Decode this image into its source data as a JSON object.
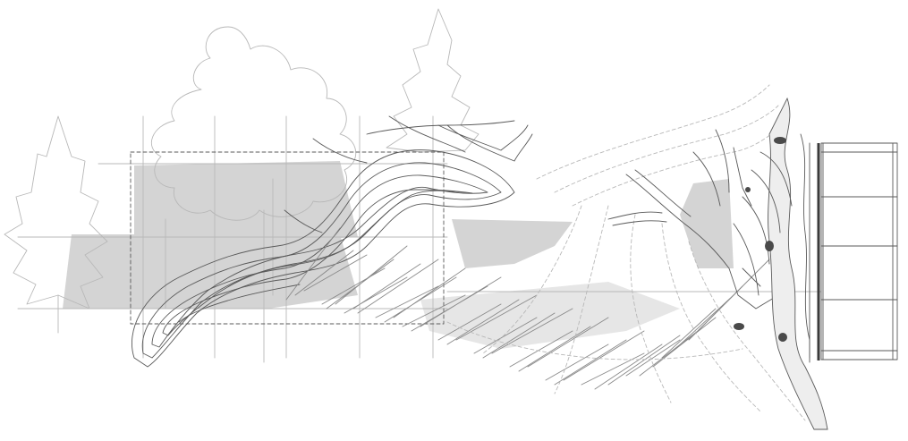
{
  "drawing": {
    "colors": {
      "background": "#ffffff",
      "line": "#5a5a5a",
      "light_line": "#b8b8b8",
      "grey_fill": "#d4d4d4",
      "pale_fill": "#e6e6e6"
    },
    "elements": [
      "conifer-tree-outlines",
      "deciduous-tree-canopy-outline",
      "dashed-selection-frame",
      "column-grid",
      "topographic-root-contours",
      "branch-array",
      "dashed-flow-lines",
      "tree-trunk-with-branches",
      "layered-wall-section",
      "facade-elevation"
    ]
  }
}
